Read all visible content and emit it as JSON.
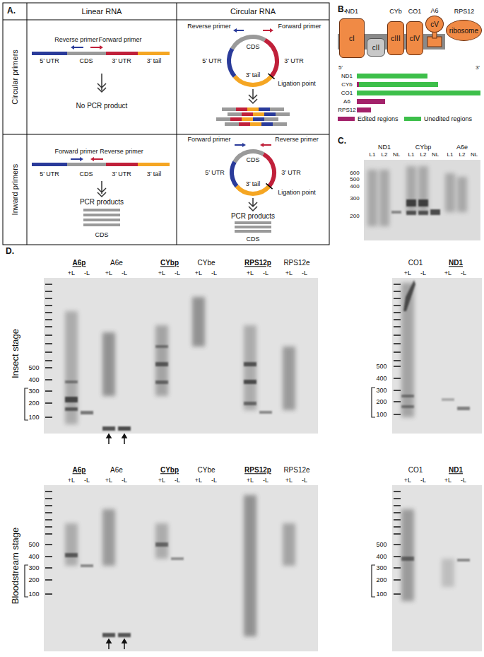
{
  "diagram": {
    "nodes": [
      {
        "text": [
          "cI"
        ]
      },
      {
        "text": [
          "cII"
        ]
      },
      {
        "text": [
          "cIII"
        ]
      },
      {
        "text": [
          "cIV"
        ]
      },
      {
        "text": [
          "cV"
        ]
      },
      {
        "text": [
          "ribosome"
        ]
      }
    ],
    "labels": [
      "A.",
      "Linear RNA",
      "Circular RNA",
      "Circular primers",
      "Inward primers",
      "5’ UTR",
      "Reverse primer",
      "Forward primer",
      "CDS",
      "3’ UTR",
      "3’ tail",
      "No PCR product",
      "Reverse primer",
      "Forward primer",
      "CDS",
      "5’ UTR",
      "3’ UTR",
      "3’ tail",
      "Ligation point",
      "5’ UTR",
      "Forward primer",
      "Reverse primer",
      "CDS",
      "3’ UTR",
      "3’ tail",
      "PCR products",
      "CDS",
      "Forward primer",
      "Reverse primer",
      "CDS",
      "5’ UTR",
      "3’ UTR",
      "Ligation point",
      "3’ tail",
      "PCR products",
      "CDS",
      "B.",
      "ND1",
      "CYb",
      "CO1",
      "A6",
      "RPS12",
      "5’",
      "3’",
      "ND1",
      "CYb",
      "CO1",
      "A6",
      "RPS12",
      "C.",
      "ND1",
      "CYbp",
      "A6e",
      "L1",
      "L2",
      "NL",
      "L1",
      "L2",
      "NL",
      "L1",
      "L2",
      "NL",
      "600",
      "500",
      "400",
      "300",
      "200",
      "D.",
      "A6p",
      "A6e",
      "CYbp",
      "CYbe",
      "RPS12p",
      "RPS12e",
      "CO1",
      "ND1",
      "+L",
      "-L",
      "+L",
      "-L",
      "+L",
      "-L",
      "+L",
      "-L",
      "+L",
      "-L",
      "+L",
      "-L",
      "+L",
      "-L",
      "+L",
      "-L",
      "Insect stage",
      "500",
      "400",
      "300",
      "200",
      "100",
      "500",
      "400",
      "300",
      "200",
      "100",
      "A6p",
      "A6e",
      "CYbp",
      "CYbe",
      "RPS12p",
      "RPS12e",
      "CO1",
      "ND1",
      "+L",
      "-L",
      "+L",
      "-L",
      "+L",
      "-L",
      "+L",
      "-L",
      "+L",
      "-L",
      "+L",
      "-L",
      "+L",
      "-L",
      "+L",
      "-L",
      "Bloodstream stage",
      "500",
      "400",
      "300",
      "200",
      "100",
      "500",
      "400",
      "300",
      "200",
      "100"
    ],
    "legend": [
      {
        "text": "Edited regions",
        "color": "#a3226b"
      },
      {
        "text": "Unedited regions",
        "color": "#3dbf4a"
      }
    ]
  }
}
